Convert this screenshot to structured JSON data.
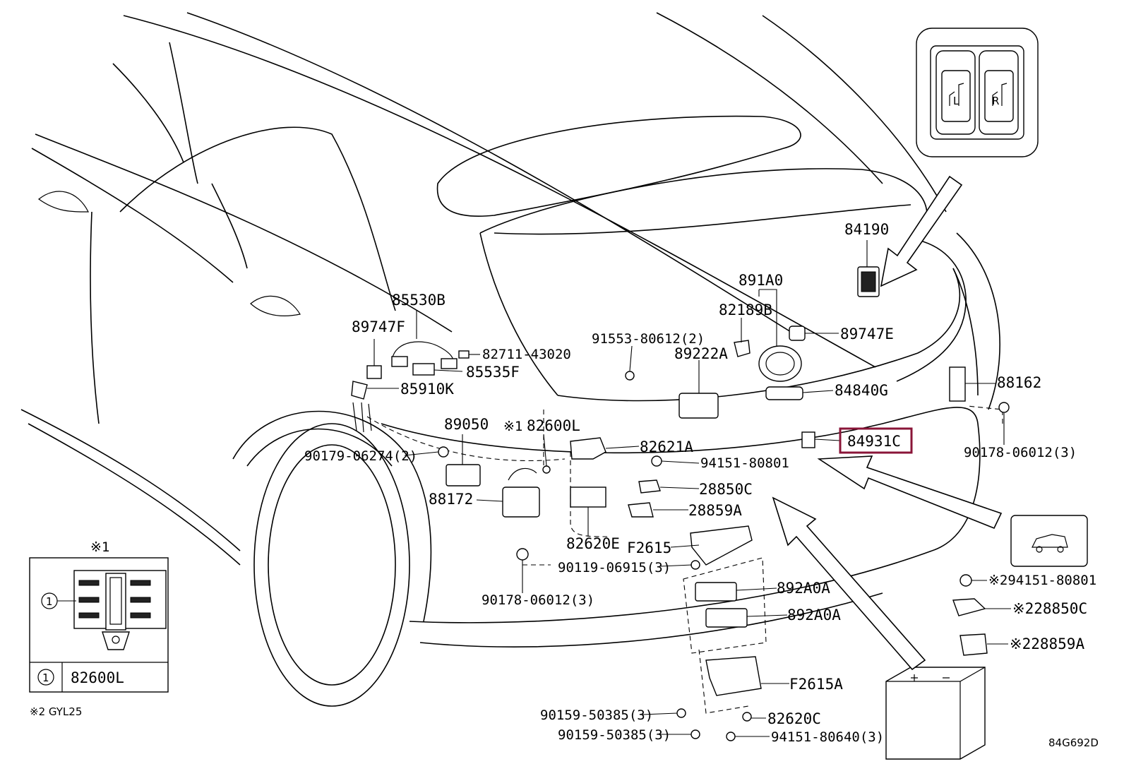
{
  "diagram_id": "84G692D",
  "highlighted_part": "84931C",
  "footnote": "※2 GYL25",
  "callouts": [
    {
      "id": "c-84190",
      "text": "84190"
    },
    {
      "id": "c-891A0",
      "text": "891A0"
    },
    {
      "id": "c-82189B",
      "text": "82189B"
    },
    {
      "id": "c-89747E",
      "text": "89747E"
    },
    {
      "id": "c-91553",
      "text": "91553-80612(2)"
    },
    {
      "id": "c-89222A",
      "text": "89222A"
    },
    {
      "id": "c-84840G",
      "text": "84840G"
    },
    {
      "id": "c-88162",
      "text": "88162"
    },
    {
      "id": "c-84931C",
      "text": "84931C"
    },
    {
      "id": "c-90178-3a",
      "text": "90178-06012(3)"
    },
    {
      "id": "c-85530B",
      "text": "85530B"
    },
    {
      "id": "c-89747F",
      "text": "89747F"
    },
    {
      "id": "c-82711",
      "text": "82711-43020"
    },
    {
      "id": "c-85535F",
      "text": "85535F"
    },
    {
      "id": "c-85910K",
      "text": "85910K"
    },
    {
      "id": "c-89050",
      "text": "89050"
    },
    {
      "id": "c-x1",
      "text": "※1"
    },
    {
      "id": "c-82600L",
      "text": "82600L"
    },
    {
      "id": "c-82621A",
      "text": "82621A"
    },
    {
      "id": "c-90179",
      "text": "90179-06274(2)"
    },
    {
      "id": "c-94151-80801",
      "text": "94151-80801"
    },
    {
      "id": "c-28850C",
      "text": "28850C"
    },
    {
      "id": "c-28859A",
      "text": "28859A"
    },
    {
      "id": "c-88172",
      "text": "88172"
    },
    {
      "id": "c-82620E",
      "text": "82620E"
    },
    {
      "id": "c-F2615",
      "text": "F2615"
    },
    {
      "id": "c-90119",
      "text": "90119-06915(3)"
    },
    {
      "id": "c-892A0A-1",
      "text": "892A0A"
    },
    {
      "id": "c-892A0A-2",
      "text": "892A0A"
    },
    {
      "id": "c-90178-3b",
      "text": "90178-06012(3)"
    },
    {
      "id": "c-F2615A",
      "text": "F2615A"
    },
    {
      "id": "c-90159-1",
      "text": "90159-50385(3)"
    },
    {
      "id": "c-82620C",
      "text": "82620C"
    },
    {
      "id": "c-90159-2",
      "text": "90159-50385(3)"
    },
    {
      "id": "c-94151-80640",
      "text": "94151-80640(3)"
    },
    {
      "id": "c-r-94151",
      "text": "※294151-80801"
    },
    {
      "id": "c-r-28850C",
      "text": "※228850C"
    },
    {
      "id": "c-r-28859A",
      "text": "※228859A"
    }
  ],
  "inset": {
    "title": "※1",
    "item_number": "1",
    "row_number": "1",
    "row_part": "82600L"
  },
  "switch_panel": {
    "left_label": "L",
    "right_label": "R"
  }
}
